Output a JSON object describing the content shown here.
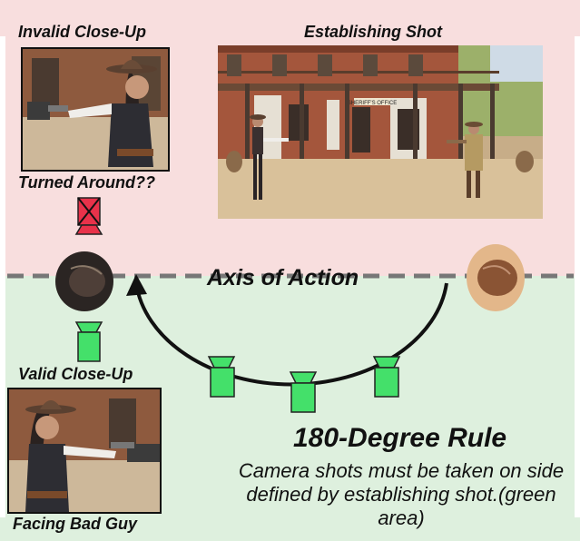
{
  "labels": {
    "invalid_closeup": "Invalid Close-Up",
    "establishing_shot": "Establishing Shot",
    "turned_around": "Turned Around??",
    "valid_closeup": "Valid Close-Up",
    "facing_bad_guy": "Facing Bad Guy",
    "axis_of_action": "Axis of Action",
    "rule_title": "180-Degree Rule",
    "rule_caption": "Camera shots must be taken on side defined by establishing shot.(green area)"
  },
  "photos": {
    "establishing_sign": "SHERIFF'S OFFICE"
  },
  "colors": {
    "invalid_zone": "#f8dede",
    "valid_zone": "#def0de",
    "valid_camera": "#44e06a",
    "invalid_camera": "#e8324a",
    "axis_line": "#777777"
  }
}
